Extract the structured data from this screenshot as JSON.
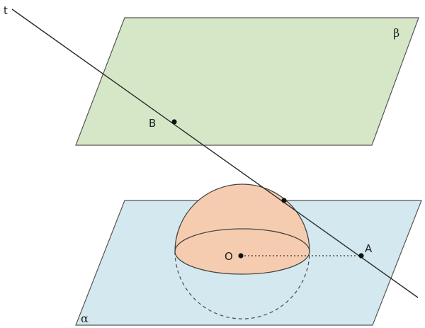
{
  "colors": {
    "plane_beta_fill": "#d6e7c7",
    "plane_alpha_fill": "#d3e9ef",
    "hemisphere_fill": "#f6ccb0",
    "line": "#2a2a2a",
    "point": "#111111"
  },
  "labels": {
    "line_t": "t",
    "plane_beta": "β",
    "plane_alpha": "α",
    "point_b": "B",
    "point_a": "A",
    "point_o": "O"
  }
}
